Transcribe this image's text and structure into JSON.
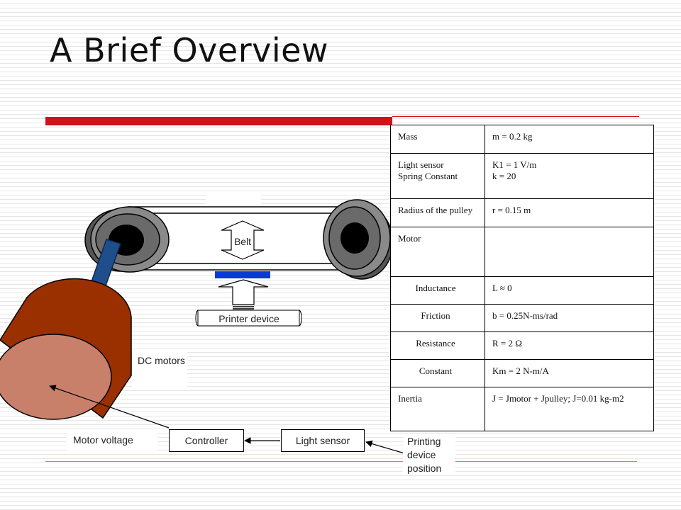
{
  "slide": {
    "title": "A Brief Overview"
  },
  "diagram": {
    "belt_label": "Belt",
    "printer_label": "Printer device",
    "motors_label": "DC motors",
    "motor_voltage_label": "Motor voltage",
    "controller_label": "Controller",
    "light_sensor_label": "Light sensor",
    "position_label": "Printing device position"
  },
  "table": {
    "rows": [
      {
        "param": "Mass",
        "value": "m = 0.2 kg"
      },
      {
        "param_lines": [
          "Light sensor",
          "Spring Constant"
        ],
        "value_lines": [
          "K1 = 1 V/m",
          "k  = 20"
        ]
      },
      {
        "param": "Radius of the pulley",
        "value": "r = 0.15 m"
      },
      {
        "param": "Motor",
        "value": ""
      },
      {
        "param": "Inductance",
        "value": "L ≈ 0"
      },
      {
        "param": "Friction",
        "value": "b = 0.25N-ms/rad"
      },
      {
        "param": "Resistance",
        "value": "R = 2 Ω"
      },
      {
        "param": "Constant",
        "value": "Km = 2 N-m/A"
      },
      {
        "param": "Inertia",
        "value": "J = Jmotor + Jpulley; J=0.01 kg-m2"
      }
    ]
  },
  "colors": {
    "accent_red": "#d0121b",
    "motor_body": "#9a3000",
    "motor_face": "#c9806a",
    "shaft": "#1f4e8c",
    "printer_bar": "#0a3ad6"
  }
}
